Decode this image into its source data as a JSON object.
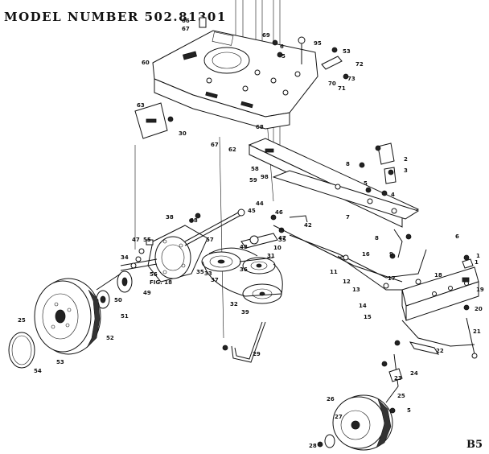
{
  "header": {
    "title": "MODEL NUMBER 502.81301"
  },
  "footer": {
    "page_code": "B5"
  },
  "figure_ref": "FIG. 18",
  "callouts": [
    "66",
    "67",
    "69",
    "60",
    "95",
    "53",
    "63",
    "30",
    "67",
    "62",
    "68",
    "58",
    "59",
    "98",
    "6",
    "5",
    "70",
    "72",
    "71",
    "73",
    "2",
    "8",
    "3",
    "5",
    "4",
    "1",
    "7",
    "8",
    "9",
    "44",
    "45",
    "46",
    "47",
    "35",
    "42",
    "48",
    "10",
    "38",
    "57",
    "47",
    "34",
    "55",
    "56",
    "48",
    "36",
    "37",
    "33",
    "35",
    "39",
    "31",
    "32",
    "11",
    "12",
    "13",
    "14",
    "15",
    "16",
    "17",
    "18",
    "19",
    "20",
    "21",
    "22",
    "23",
    "24",
    "25",
    "26",
    "27",
    "28",
    "29",
    "49",
    "50",
    "51",
    "52",
    "53",
    "54",
    "25",
    "1",
    "5",
    "6"
  ]
}
